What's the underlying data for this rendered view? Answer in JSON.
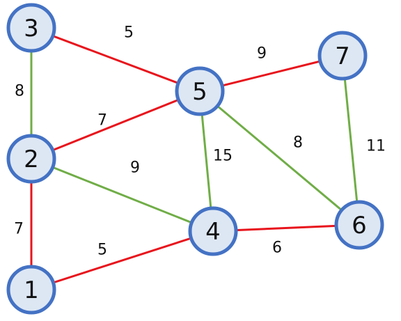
{
  "colors": {
    "mst_edge": "#e8141c",
    "other_edge": "#70ad47",
    "node_fill": "#dde7f4",
    "node_stroke": "#4472c4"
  },
  "nodes": [
    {
      "id": "1",
      "label": "1"
    },
    {
      "id": "2",
      "label": "2"
    },
    {
      "id": "3",
      "label": "3"
    },
    {
      "id": "4",
      "label": "4"
    },
    {
      "id": "5",
      "label": "5"
    },
    {
      "id": "6",
      "label": "6"
    },
    {
      "id": "7",
      "label": "7"
    }
  ],
  "edges": [
    {
      "from": "3",
      "to": "5",
      "weight": "5",
      "color": "red"
    },
    {
      "from": "3",
      "to": "2",
      "weight": "8",
      "color": "green"
    },
    {
      "from": "2",
      "to": "5",
      "weight": "7",
      "color": "red"
    },
    {
      "from": "5",
      "to": "7",
      "weight": "9",
      "color": "red"
    },
    {
      "from": "2",
      "to": "4",
      "weight": "9",
      "color": "green"
    },
    {
      "from": "5",
      "to": "4",
      "weight": "15",
      "color": "green"
    },
    {
      "from": "5",
      "to": "6",
      "weight": "8",
      "color": "green"
    },
    {
      "from": "7",
      "to": "6",
      "weight": "11",
      "color": "green"
    },
    {
      "from": "2",
      "to": "1",
      "weight": "7",
      "color": "red"
    },
    {
      "from": "1",
      "to": "4",
      "weight": "5",
      "color": "red"
    },
    {
      "from": "4",
      "to": "6",
      "weight": "6",
      "color": "red"
    }
  ]
}
